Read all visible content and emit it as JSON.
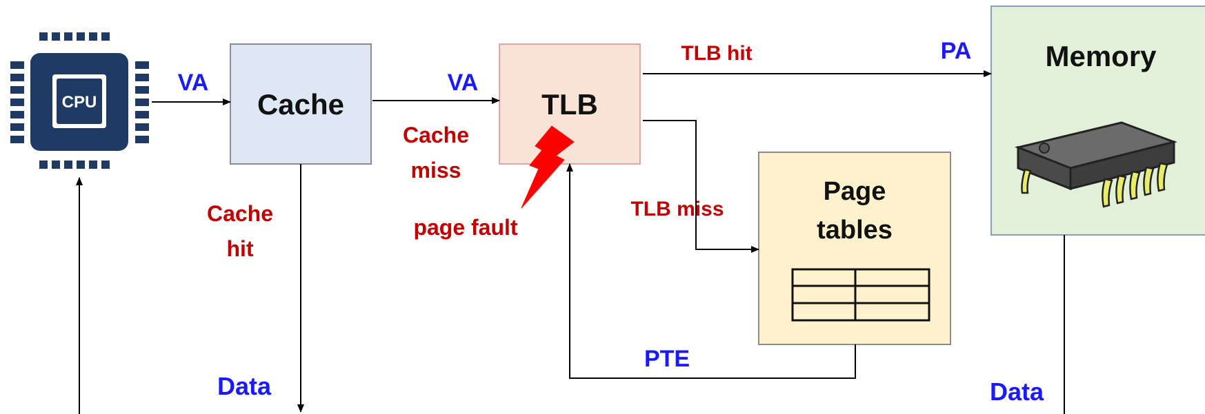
{
  "colors": {
    "red_label": "#c00000",
    "blue_label": "#1a1aff",
    "cache_fill": "#dee8f5",
    "tlb_fill": "#f9e3d6",
    "page_tables_fill": "#fff2cc",
    "memory_fill": "#e2efd9",
    "cpu_fill": "#1f3a64"
  },
  "icons": {
    "cpu": "cpu-chip-icon",
    "memory": "memory-chip-icon",
    "fault": "lightning-bolt-icon",
    "table": "table-grid-icon"
  },
  "boxes": {
    "cpu": "CPU",
    "cache": "Cache",
    "tlb": "TLB",
    "page_tables_line1": "Page",
    "page_tables_line2": "tables",
    "memory": "Memory"
  },
  "labels": {
    "va_cpu_cache": "VA",
    "va_cache_tlb": "VA",
    "cache_miss_line1": "Cache",
    "cache_miss_line2": "miss",
    "cache_hit_line1": "Cache",
    "cache_hit_line2": "hit",
    "page_fault": "page fault",
    "tlb_hit": "TLB hit",
    "pa": "PA",
    "tlb_miss": "TLB miss",
    "pte": "PTE",
    "data_cache": "Data",
    "data_memory": "Data"
  }
}
